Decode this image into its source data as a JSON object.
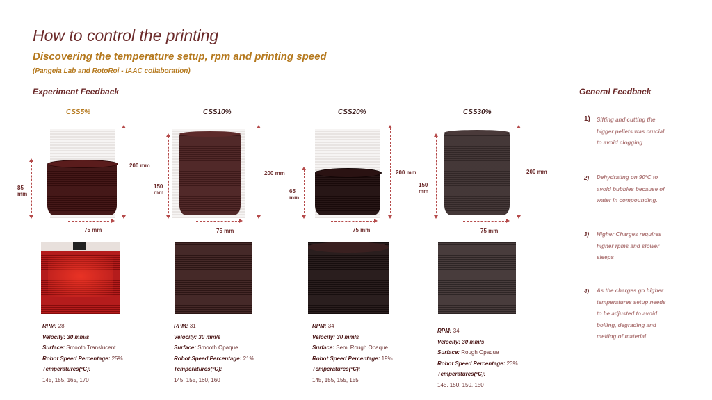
{
  "header": {
    "title": "How to control the printing",
    "subtitle": "Discovering the temperature setup, rpm and printing speed",
    "note": "(Pangeia Lab and RotoRoi - IAAC collaboration)"
  },
  "sections": {
    "experiment": "Experiment Feedback",
    "general": "General Feedback"
  },
  "samples": [
    {
      "name": "CSS5%",
      "height_label": "85 mm",
      "box_height_label": "200 mm",
      "width_label": "75 mm",
      "rpm_label": "RPM:",
      "rpm": "28",
      "velocity": "Velocity: 30 mm/s",
      "surface_label": "Surface:",
      "surface": "Smooth Translucent",
      "robot_label": "Robot Speed Percentage:",
      "robot": "25%",
      "temps_label": "Temperatures(ºC):",
      "temps": "145, 155, 165, 170"
    },
    {
      "name": "CSS10%",
      "height_label": "150 mm",
      "box_height_label": "200 mm",
      "width_label": "75 mm",
      "rpm_label": "RPM:",
      "rpm": "31",
      "velocity": "Velocity: 30 mm/s",
      "surface_label": "Surface:",
      "surface": "Smooth Opaque",
      "robot_label": "Robot Speed Percentage:",
      "robot": "21%",
      "temps_label": "Temperatures(ºC):",
      "temps": "145, 155, 160, 160"
    },
    {
      "name": "CSS20%",
      "height_label": "65 mm",
      "box_height_label": "200 mm",
      "width_label": "75 mm",
      "rpm_label": "RPM:",
      "rpm": "34",
      "velocity": "Velocity: 30 mm/s",
      "surface_label": "Surface:",
      "surface": "Semi Rough Opaque",
      "robot_label": "Robot Speed Percentage:",
      "robot": "19%",
      "temps_label": "Temperatures(ºC):",
      "temps": "145, 155, 155, 155"
    },
    {
      "name": "CSS30%",
      "height_label": "150 mm",
      "box_height_label": "200 mm",
      "width_label": "75 mm",
      "rpm_label": "RPM:",
      "rpm": "34",
      "velocity": "Velocity: 30 mm/s",
      "surface_label": "Surface:",
      "surface": "Rough Opaque",
      "robot_label": "Robot Speed Percentage:",
      "robot": "23%",
      "temps_label": "Temperatures(ºC):",
      "temps": "145, 150, 150, 150"
    }
  ],
  "feedback": [
    {
      "num": "1)",
      "text": "Sifting and cutting the bigger pellets was crucial to avoid clogging"
    },
    {
      "num": "2)",
      "text": "Dehydrating on 90ºC to avoid bubbles because of water in compounding."
    },
    {
      "num": "3)",
      "text": "Higher Charges requires higher rpms and slower sleeps"
    },
    {
      "num": "4)",
      "text": "As the charges go higher temperatures setup needs to be adjusted to avoid boiling, degrading and melting of material"
    }
  ],
  "colors": {
    "accent": "#b5791e",
    "title": "#6b2a2a",
    "dimension": "#b54a4a"
  }
}
